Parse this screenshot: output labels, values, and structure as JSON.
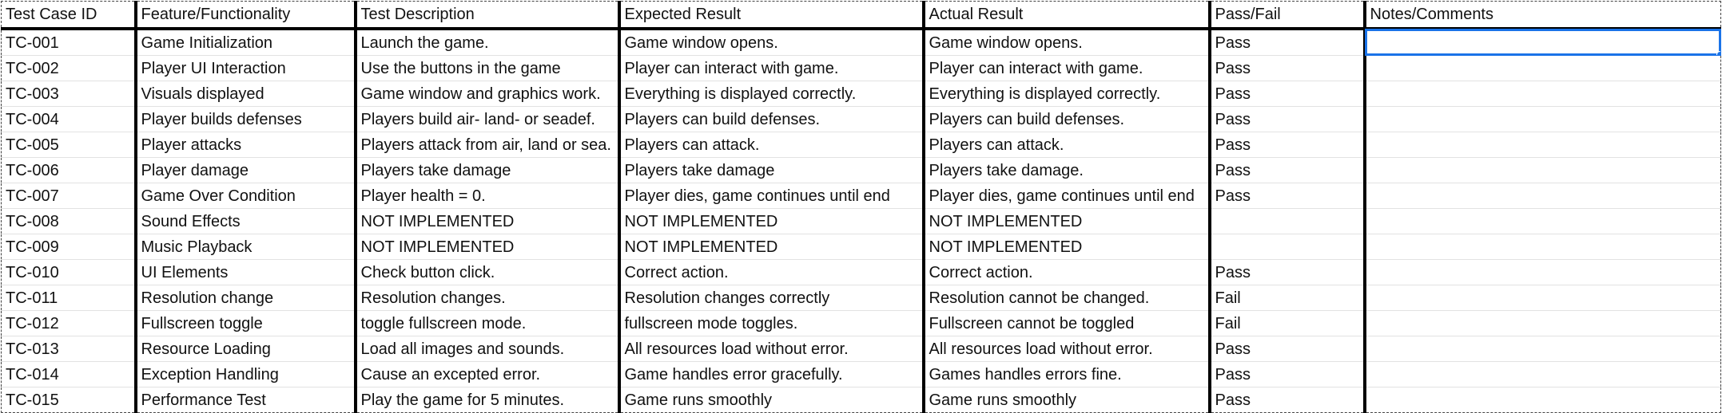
{
  "columns": [
    "Test Case ID",
    "Feature/Functionality",
    "Test Description",
    "Expected Result",
    "Actual Result",
    "Pass/Fail",
    "Notes/Comments"
  ],
  "rows": [
    [
      "TC-001",
      "Game Initialization",
      "Launch the game.",
      "Game window opens.",
      "Game window opens.",
      "Pass",
      ""
    ],
    [
      "TC-002",
      "Player UI Interaction",
      "Use the buttons in the game",
      "Player can interact with game.",
      "Player can interact with game.",
      "Pass",
      ""
    ],
    [
      "TC-003",
      "Visuals displayed",
      "Game window and graphics work.",
      "Everything is displayed correctly.",
      "Everything is displayed correctly.",
      "Pass",
      ""
    ],
    [
      "TC-004",
      "Player builds defenses",
      "Players build air- land- or seadef.",
      "Players can build defenses.",
      "Players can build defenses.",
      "Pass",
      ""
    ],
    [
      "TC-005",
      "Player attacks",
      "Players attack from air, land or sea.",
      "Players can attack.",
      "Players can attack.",
      "Pass",
      ""
    ],
    [
      "TC-006",
      "Player damage",
      "Players take damage",
      "Players take damage",
      "Players take damage.",
      "Pass",
      ""
    ],
    [
      "TC-007",
      "Game Over Condition",
      "Player health = 0.",
      "Player dies, game continues until end",
      "Player dies, game continues until end",
      "Pass",
      ""
    ],
    [
      "TC-008",
      "Sound Effects",
      "NOT IMPLEMENTED",
      "NOT IMPLEMENTED",
      "NOT IMPLEMENTED",
      "",
      ""
    ],
    [
      "TC-009",
      "Music Playback",
      "NOT IMPLEMENTED",
      "NOT IMPLEMENTED",
      "NOT IMPLEMENTED",
      "",
      ""
    ],
    [
      "TC-010",
      "UI Elements",
      "Check button click.",
      "Correct action.",
      "Correct action.",
      "Pass",
      ""
    ],
    [
      "TC-011",
      "Resolution change",
      "Resolution changes.",
      "Resolution changes correctly",
      "Resolution cannot be changed.",
      "Fail",
      ""
    ],
    [
      "TC-012",
      "Fullscreen toggle",
      "toggle fullscreen mode.",
      "fullscreen mode toggles.",
      "Fullscreen cannot be toggled",
      "Fail",
      ""
    ],
    [
      "TC-013",
      "Resource Loading",
      "Load all images and sounds.",
      "All resources load without error.",
      "All resources load without error.",
      "Pass",
      ""
    ],
    [
      "TC-014",
      "Exception Handling",
      "Cause an excepted error.",
      "Game handles error gracefully.",
      "Games handles errors fine.",
      "Pass",
      ""
    ],
    [
      "TC-015",
      "Performance Test",
      "Play the game for 5 minutes.",
      "Game runs smoothly",
      "Game runs smoothly",
      "Pass",
      ""
    ]
  ],
  "selection": {
    "row": 0,
    "column": 6
  },
  "colors": {
    "selection": "#1a73e8",
    "thick_border": "#000000",
    "grid_line": "#e2e2e2"
  }
}
